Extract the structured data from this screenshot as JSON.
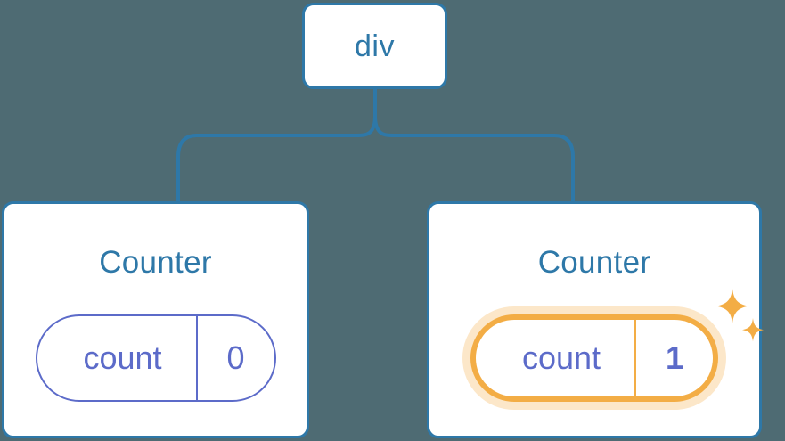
{
  "diagram": {
    "title": "react-component-tree-state-update",
    "background_color": "#4e6b73",
    "node_border_color": "#2e78a8",
    "node_text_color": "#2e78a8",
    "state_color": "#5c6bc9",
    "highlight_color": "#f3ad45",
    "highlight_glow_color": "#fbd9a0"
  },
  "root": {
    "label": "div"
  },
  "children": [
    {
      "title": "Counter",
      "state": {
        "key": "count",
        "value": "0"
      },
      "highlighted": false,
      "sparkles": false
    },
    {
      "title": "Counter",
      "state": {
        "key": "count",
        "value": "1"
      },
      "highlighted": true,
      "sparkles": true
    }
  ]
}
